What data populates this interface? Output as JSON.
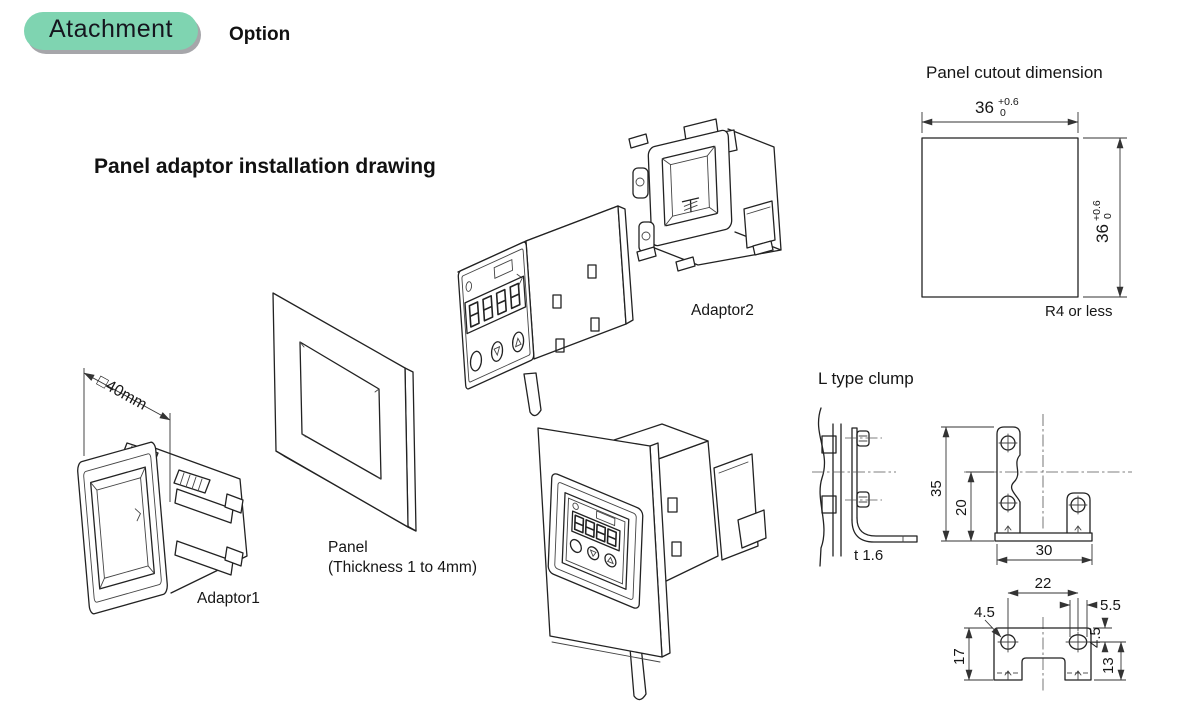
{
  "header": {
    "badge_label": "Atachment",
    "badge_color": "#7fd4b1",
    "option_label": "Option"
  },
  "installation": {
    "title": "Panel adaptor installation drawing",
    "adaptor1_label": "Adaptor1",
    "adaptor1_dimension": "□40mm",
    "panel_label": "Panel",
    "panel_thickness_note": "(Thickness 1 to 4mm)",
    "adaptor2_label": "Adaptor2"
  },
  "panel_cutout": {
    "title": "Panel cutout dimension",
    "width_value": "36",
    "width_tol_upper": "+0.6",
    "width_tol_lower": "0",
    "height_value": "36",
    "height_tol_upper": "+0.6",
    "height_tol_lower": "0",
    "corner_note": "R4 or less"
  },
  "l_type_clamp": {
    "title": "L type clump",
    "plate_thickness": "t 1.6",
    "front_view": {
      "overall_height": "35",
      "hole_to_base": "20",
      "base_width": "30"
    },
    "bottom_view": {
      "hole_pitch": "22",
      "slot_width": "5.5",
      "hole_diameter": "4.5",
      "hole_edge_offset": "4.5",
      "plate_depth": "17",
      "hole_to_front": "13"
    }
  }
}
